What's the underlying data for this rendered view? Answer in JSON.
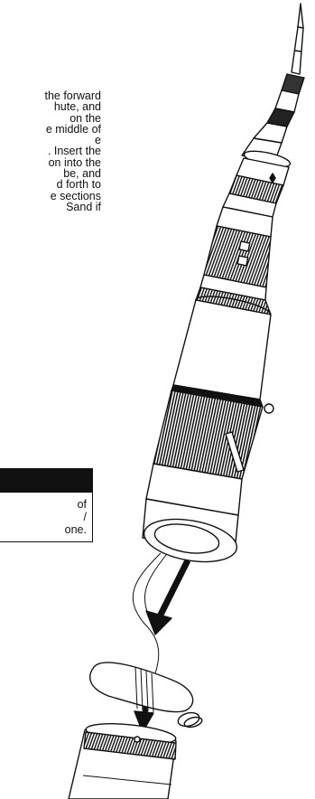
{
  "instruction_lines": [
    "the forward",
    "hute, and",
    "on the",
    "e middle of",
    "e",
    ". Insert the",
    "on into the",
    "be, and",
    "d forth to",
    "e sections",
    "Sand if"
  ],
  "callout_lines": [
    "of",
    "/",
    "one."
  ],
  "icons": {
    "arrow_1": "down-arrow-icon",
    "arrow_2": "down-arrow-icon"
  }
}
